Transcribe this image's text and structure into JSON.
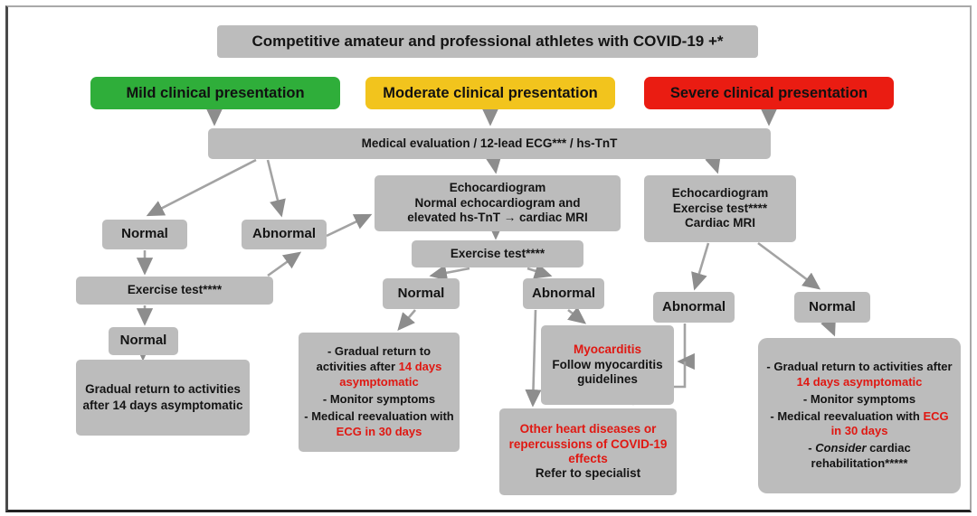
{
  "title": "Competitive amateur and professional athletes with COVID-19 +*",
  "tiers": {
    "mild": "Mild clinical presentation",
    "moderate": "Moderate clinical presentation",
    "severe": "Severe clinical presentation"
  },
  "colors": {
    "mild_green": "#2fae3a",
    "moderate_yellow": "#f2c41d",
    "severe_red": "#ea1c12",
    "node_gray": "#bcbcbc",
    "red_text": "#e01812",
    "arrow_gray": "#9e9e9e"
  },
  "nodes": {
    "medical_eval": "Medical evaluation / 12-lead ECG*** / hs-TnT",
    "left": {
      "normal1": "Normal",
      "abnormal": "Abnormal",
      "exercise_test": "Exercise test****",
      "normal2": "Normal",
      "outcome": "Gradual return to activities after 14 days asymptomatic"
    },
    "middle": {
      "echo_l1": "Echocardiogram",
      "echo_l2": "Normal echocardiogram and",
      "echo_l3": "elevated hs-TnT → cardiac MRI",
      "exercise_test": "Exercise test****",
      "normal": "Normal",
      "abnormal": "Abnormal",
      "outcome": {
        "b1_black": "- Gradual return to activities after ",
        "b1_red": "14 days asymptomatic",
        "b2": "- Monitor symptoms",
        "b3_black": "- Medical reevaluation with ",
        "b3_red": "ECG in 30 days"
      },
      "myocarditis": {
        "title": "Myocarditis",
        "body": "Follow myocarditis guidelines"
      },
      "other": {
        "red": "Other heart diseases or repercussions of COVID-19 effects",
        "black": "Refer to specialist"
      }
    },
    "right": {
      "echo_l1": "Echocardiogram",
      "echo_l2": "Exercise test****",
      "echo_l3": "Cardiac MRI",
      "abnormal": "Abnormal",
      "normal": "Normal",
      "outcome": {
        "b1_black": "- Gradual return to activities after ",
        "b1_red": "14 days asymptomatic",
        "b2": "- Monitor symptoms",
        "b3_black": "- Medical reevaluation with ",
        "b3_red": "ECG in 30 days",
        "b4_prefix": "- ",
        "b4_italic": "Consider",
        "b4_suffix": " cardiac rehabilitation*****"
      }
    }
  }
}
